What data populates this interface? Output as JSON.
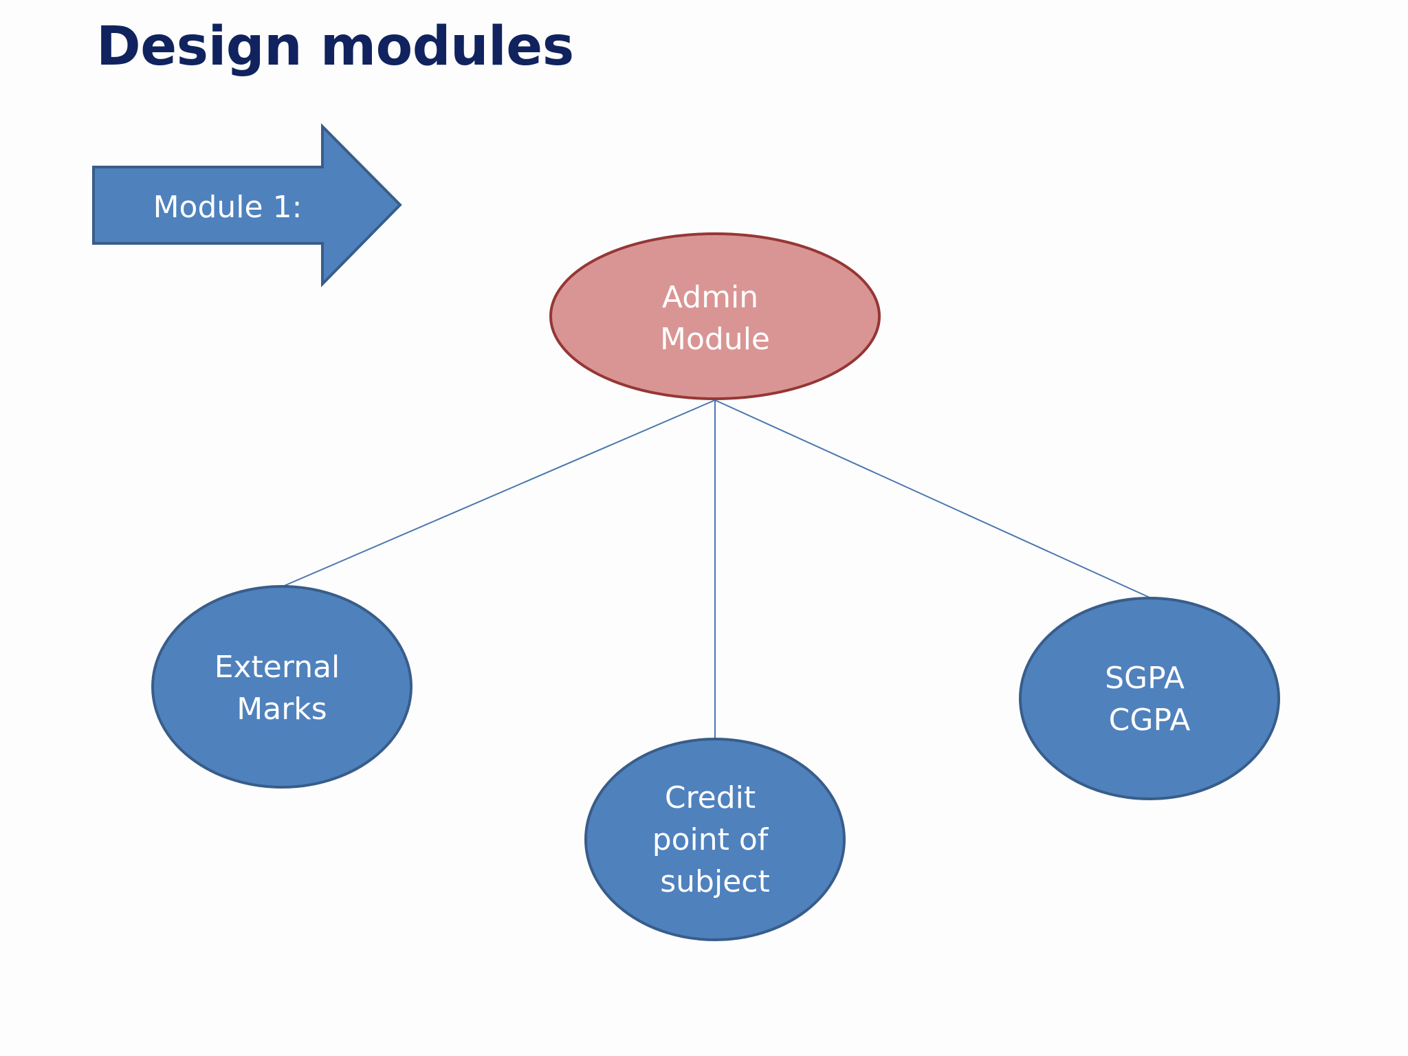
{
  "slide": {
    "title": "Design modules"
  },
  "arrow": {
    "label": "Module 1:"
  },
  "nodes": {
    "admin": {
      "lines": [
        "Admin",
        "Module"
      ]
    },
    "external": {
      "lines": [
        "External",
        "Marks"
      ]
    },
    "credit": {
      "lines": [
        "Credit",
        "point of",
        "subject"
      ]
    },
    "sgpa": {
      "lines": [
        "SGPA",
        "CGPA"
      ]
    }
  },
  "colors": {
    "title": "#10235f",
    "blue_fill": "#4f81bd",
    "blue_stroke": "#385d8a",
    "red_fill": "#d99594",
    "red_stroke": "#953735",
    "connector": "#4a76b0",
    "node_text": "#ffffff"
  }
}
